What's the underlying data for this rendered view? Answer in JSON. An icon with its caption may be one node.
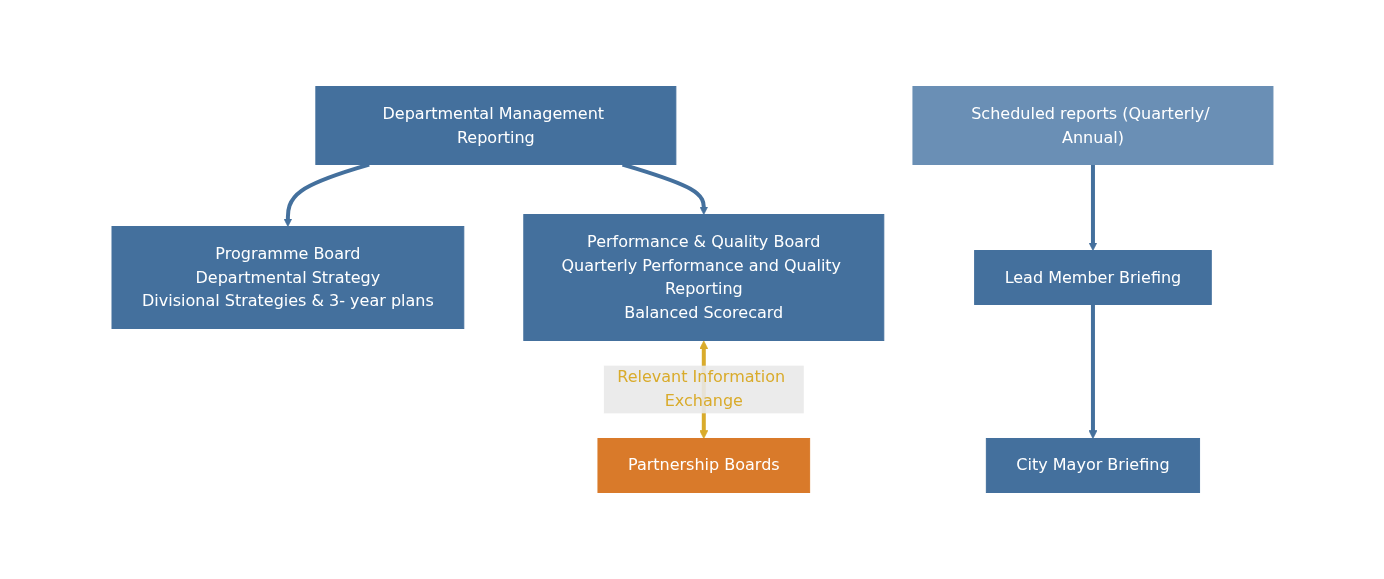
{
  "diagram": {
    "nodes": [
      {
        "text": [
          "Departmental Management Reporting"
        ]
      },
      {
        "text": [
          "Programme Board",
          "Departmental Strategy",
          "Divisional Strategies & 3- year plans"
        ]
      },
      {
        "text": [
          "Performance & Quality Board",
          "Quarterly Performance and Quality Reporting",
          "Balanced Scorecard"
        ]
      },
      {
        "text": [
          "Partnership Boards"
        ]
      },
      {
        "text": [
          "Scheduled reports (Quarterly/ Annual)"
        ]
      },
      {
        "text": [
          "Lead Member Briefing"
        ]
      },
      {
        "text": [
          "City Mayor Briefing"
        ]
      }
    ],
    "edges": [
      {
        "from": 0,
        "to": 1,
        "arrow": "to"
      },
      {
        "from": 0,
        "to": 2,
        "arrow": "to"
      },
      {
        "from": 2,
        "to": 3,
        "arrow": "both",
        "label": "Relevant Information Exchange",
        "color": "#d9ab2b"
      },
      {
        "from": 4,
        "to": 5,
        "arrow": "to"
      },
      {
        "from": 5,
        "to": 6,
        "arrow": "to"
      }
    ]
  }
}
